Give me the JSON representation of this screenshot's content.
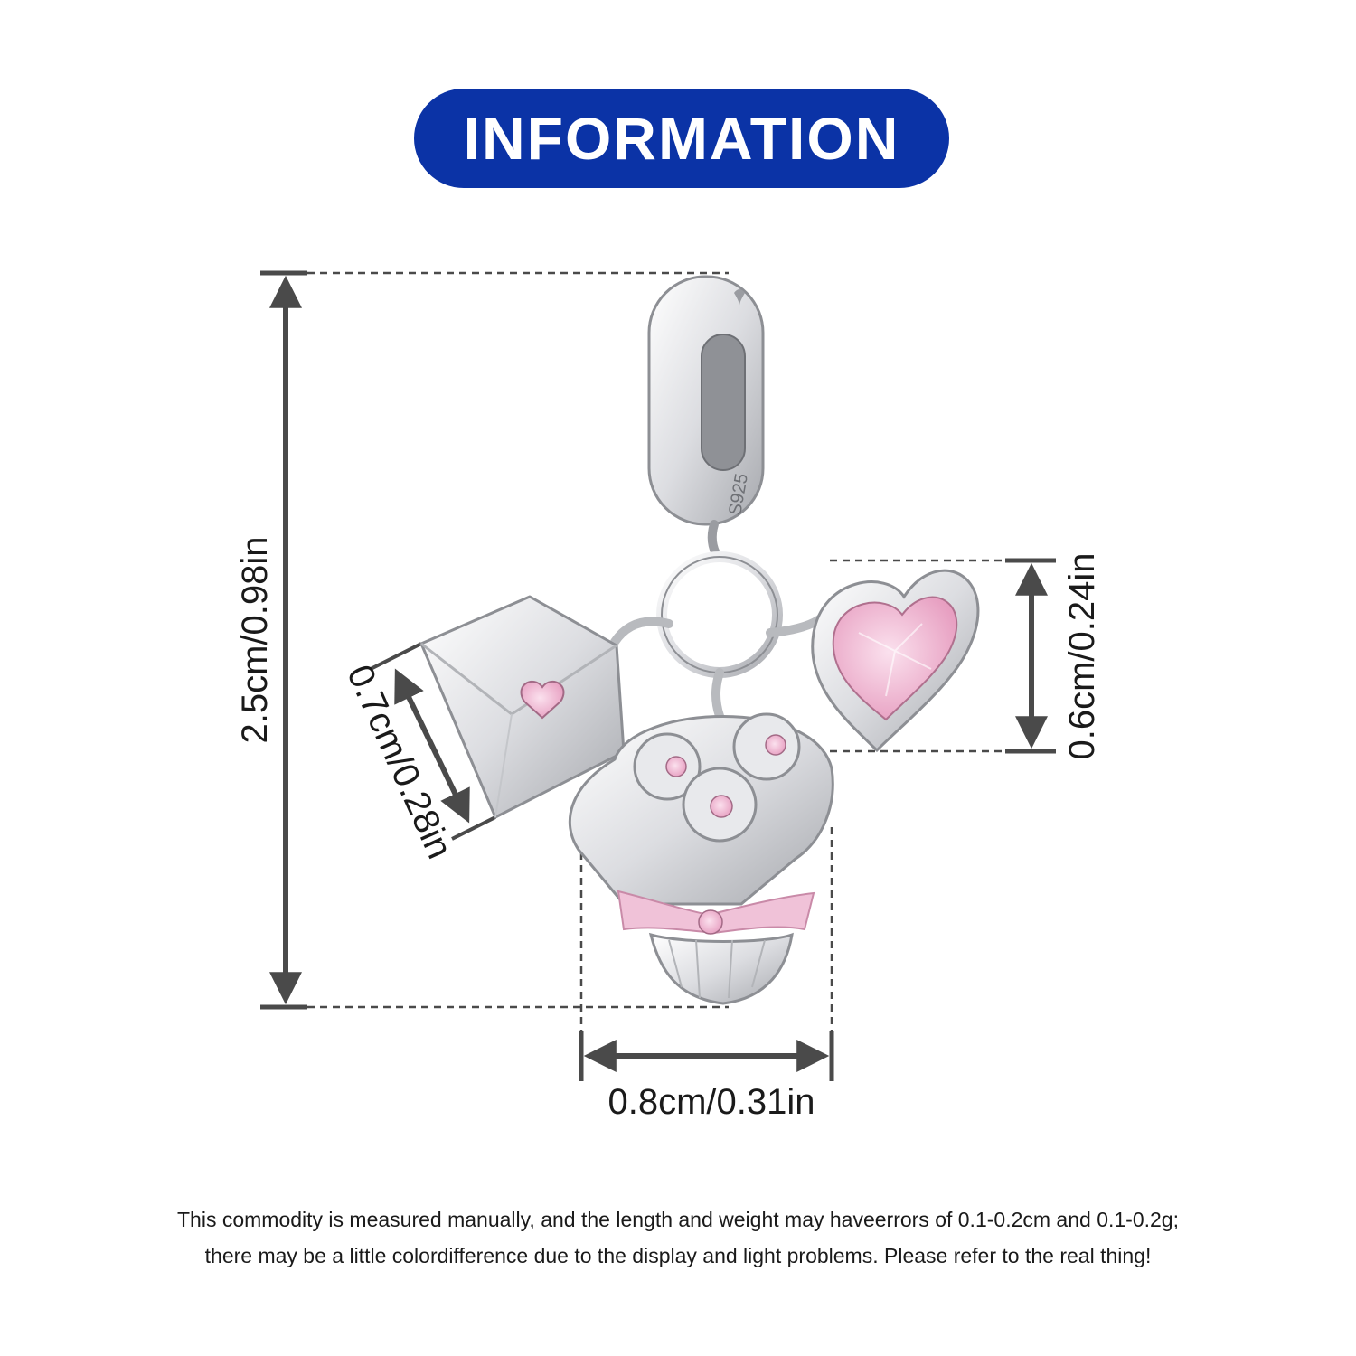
{
  "header": {
    "title": "INFORMATION"
  },
  "colors": {
    "badge": "#0b33a6",
    "dimension_line": "#4a4a4a",
    "silver": "#d9dadd",
    "pink_stone": "#f2b8d2",
    "pink_enamel": "#f0c2d8"
  },
  "dimensions": {
    "total_height": "2.5cm/0.98in",
    "envelope_length": "0.7cm/0.28in",
    "heart_height": "0.6cm/0.24in",
    "bouquet_width": "0.8cm/0.31in"
  },
  "product": {
    "stamp": "S925"
  },
  "notes": {
    "line1": "This commodity is measured manually, and the length and weight may haveerrors of 0.1-0.2cm and 0.1-0.2g;",
    "line2": "there may be a little colordifference due to the display and light problems. Please refer to the real thing!"
  }
}
